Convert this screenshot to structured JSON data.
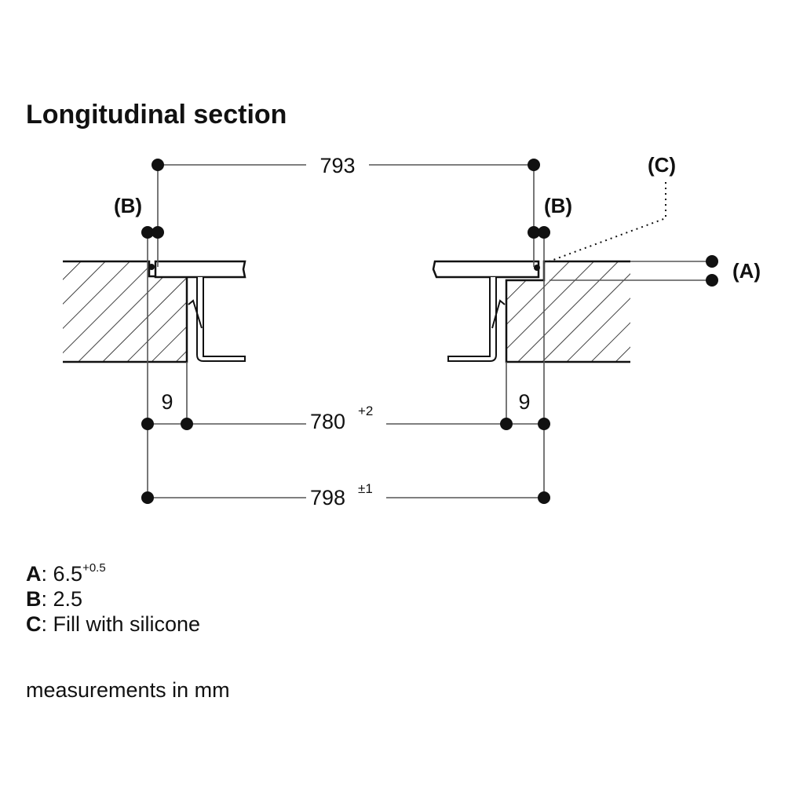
{
  "title": "Longitudinal section",
  "dimensions": {
    "top_width": "793",
    "inner_width": {
      "value": "780",
      "tolerance": "+2"
    },
    "outer_width": {
      "value": "798",
      "tolerance": "±1"
    },
    "left_offset": "9",
    "right_offset": "9"
  },
  "callouts": {
    "left_b": "(B)",
    "right_b": "(B)",
    "c": "(C)",
    "a": "(A)"
  },
  "legend": [
    {
      "key": "A",
      "sep": ": ",
      "value": "6.5",
      "sup": "+0.5"
    },
    {
      "key": "B",
      "sep": ": ",
      "value": "2.5",
      "sup": ""
    },
    {
      "key": "C",
      "sep": ": ",
      "value": "Fill with silicone",
      "sup": ""
    }
  ],
  "footnote": "measurements in mm",
  "colors": {
    "line": "#111111",
    "dim_line": "#555555"
  }
}
